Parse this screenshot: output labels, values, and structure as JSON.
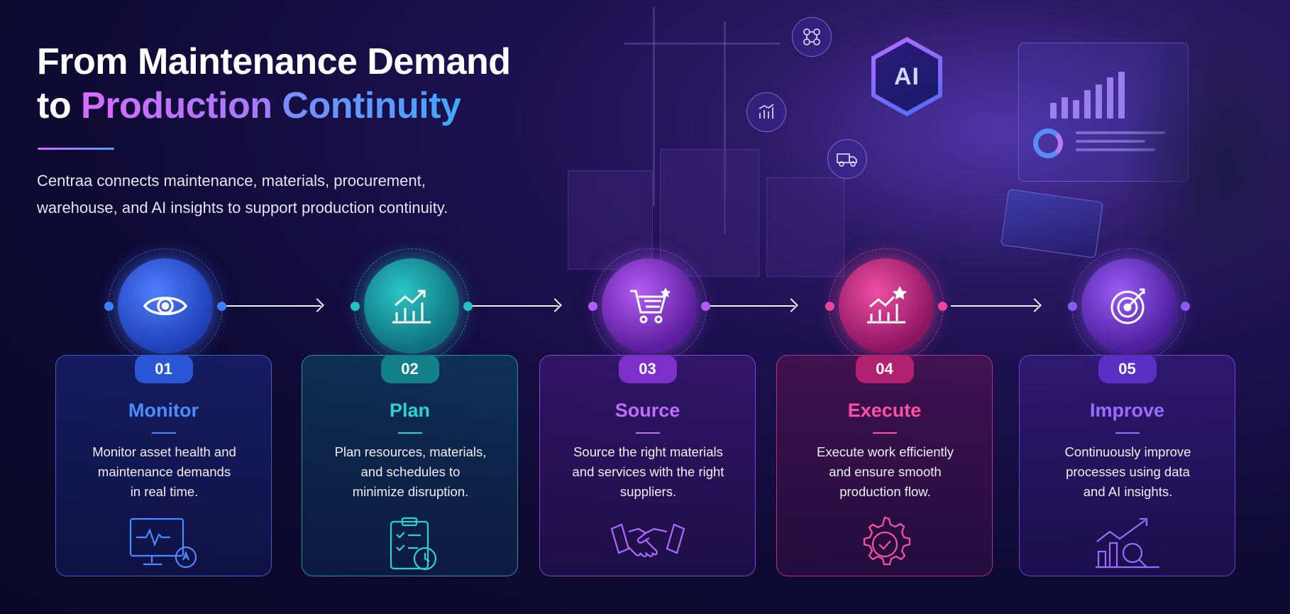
{
  "header": {
    "title_line1": "From Maintenance Demand",
    "title_to": "to",
    "title_word1": "Production",
    "title_word2": "Continuity",
    "subtitle_line1": "Centraa connects maintenance, materials, procurement,",
    "subtitle_line2": "warehouse, and AI insights to support production continuity."
  },
  "scene": {
    "ai_label": "AI"
  },
  "steps": [
    {
      "number": "01",
      "title": "Monitor",
      "desc": [
        "Monitor asset health and",
        "maintenance demands",
        "in real time."
      ],
      "icon": "eye-icon",
      "card_icon": "monitor-pulse-icon",
      "color": "#3b82f6"
    },
    {
      "number": "02",
      "title": "Plan",
      "desc": [
        "Plan resources, materials,",
        "and schedules to",
        "minimize disruption."
      ],
      "icon": "growth-chart-icon",
      "card_icon": "clipboard-clock-icon",
      "color": "#22c5c5"
    },
    {
      "number": "03",
      "title": "Source",
      "desc": [
        "Source the right materials",
        "and services with the right",
        "suppliers."
      ],
      "icon": "shopping-cart-icon",
      "card_icon": "handshake-icon",
      "color": "#b05cff"
    },
    {
      "number": "04",
      "title": "Execute",
      "desc": [
        "Execute work efficiently",
        "and ensure smooth",
        "production flow."
      ],
      "icon": "chart-star-icon",
      "card_icon": "gear-check-icon",
      "color": "#f0459a"
    },
    {
      "number": "05",
      "title": "Improve",
      "desc": [
        "Continuously improve",
        "processes using data",
        "and AI insights."
      ],
      "icon": "target-icon",
      "card_icon": "analytics-search-icon",
      "color": "#8b5cf6"
    }
  ]
}
